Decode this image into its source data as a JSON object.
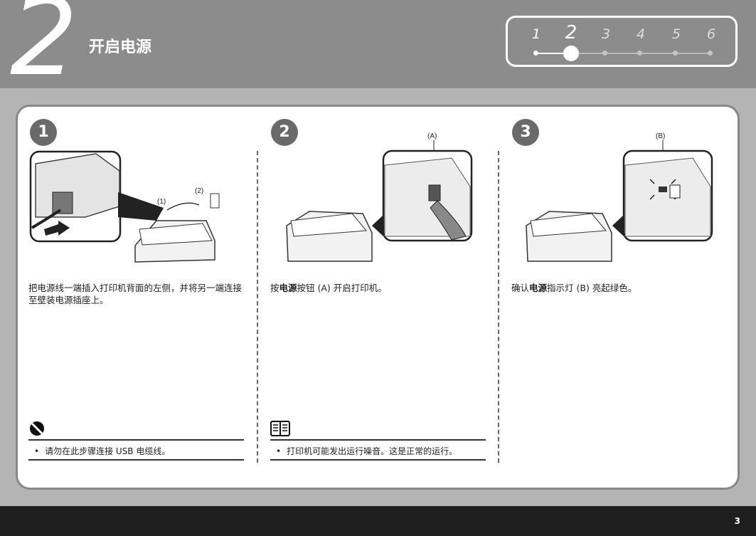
{
  "header": {
    "step_number": "2",
    "title": "开启电源"
  },
  "progress": {
    "steps": [
      "1",
      "2",
      "3",
      "4",
      "5",
      "6"
    ],
    "current_index": 1
  },
  "colors": {
    "header_bg": "#8c8c8c",
    "page_bg": "#b4b4b4",
    "footer_bg": "#1e1e1e",
    "badge": "#6a6a6a"
  },
  "steps": [
    {
      "badge": "1",
      "callouts": [
        "(1)",
        "(2)"
      ],
      "desc_parts": [
        "把电源线一端插入打印机背面的左侧，并将另一端连接至壁装电源插座上。"
      ]
    },
    {
      "badge": "2",
      "callouts": [
        "(A)"
      ],
      "desc_parts": [
        "按",
        "电源",
        "按钮 (A) 开启打印机。"
      ]
    },
    {
      "badge": "3",
      "callouts": [
        "(B)"
      ],
      "desc_parts": [
        "确认",
        "电源",
        "指示灯 (B) 亮起绿色。"
      ]
    }
  ],
  "notes": [
    {
      "icon": "prohibited-icon",
      "bullet": "•",
      "text": "请勿在此步骤连接 USB 电缆线。"
    },
    {
      "icon": "manual-book-icon",
      "bullet": "•",
      "text": "打印机可能发出运行噪音。这是正常的运行。"
    }
  ],
  "footer": {
    "page_number": "3"
  }
}
